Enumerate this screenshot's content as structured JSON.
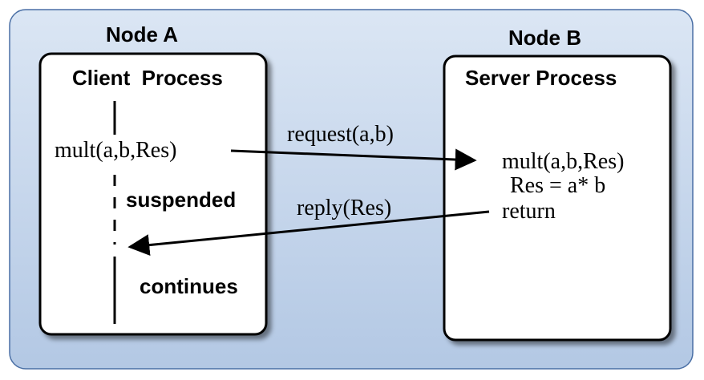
{
  "diagram": {
    "node_a": {
      "title": "Node A",
      "process_title": "Client  Process",
      "call_text": "mult(a,b,Res)",
      "suspended_label": "suspended",
      "continues_label": "continues"
    },
    "node_b": {
      "title": "Node B",
      "process_title": "Server Process",
      "call_text": "mult(a,b,Res)",
      "compute_text": "Res = a* b",
      "return_text": "return"
    },
    "messages": {
      "request": "request(a,b)",
      "reply": "reply(Res)"
    },
    "colors": {
      "background_top": "#d6e3f3",
      "background_bottom": "#b7cbe6",
      "background_border": "#4a6fa5",
      "box_fill": "#ffffff",
      "box_stroke": "#000000"
    }
  }
}
